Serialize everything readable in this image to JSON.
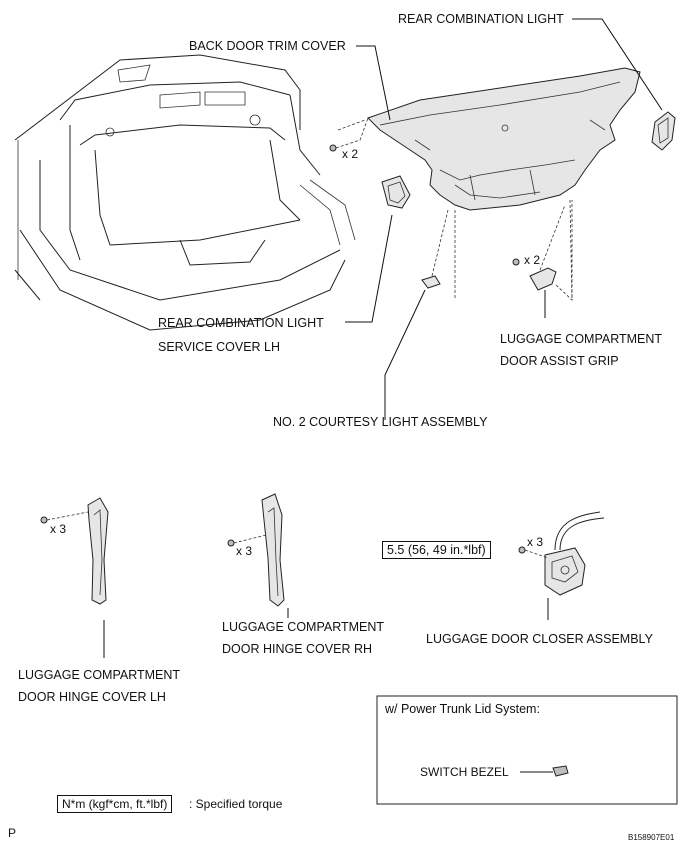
{
  "labels": {
    "rear_combination_light": "REAR COMBINATION LIGHT",
    "back_door_trim_cover": "BACK DOOR TRIM COVER",
    "rcl_service_cover_line1": "REAR COMBINATION LIGHT",
    "rcl_service_cover_line2": "SERVICE COVER LH",
    "assist_grip_line1": "LUGGAGE COMPARTMENT",
    "assist_grip_line2": "DOOR ASSIST GRIP",
    "courtesy_light": "NO. 2 COURTESY LIGHT ASSEMBLY",
    "hinge_rh_line1": "LUGGAGE COMPARTMENT",
    "hinge_rh_line2": "DOOR HINGE COVER RH",
    "hinge_lh_line1": "LUGGAGE COMPARTMENT",
    "hinge_lh_line2": "DOOR HINGE COVER LH",
    "closer_assembly": "LUGGAGE DOOR CLOSER ASSEMBLY",
    "torque_value": "5.5 (56, 49 in.*lbf)",
    "power_trunk_title": "w/ Power Trunk Lid System:",
    "switch_bezel": "SWITCH BEZEL",
    "legend_units": "N*m (kgf*cm, ft.*lbf)",
    "legend_text": ": Specified torque",
    "page_letter": "P",
    "figure_code": "B158907E01"
  },
  "quantities": {
    "trim_cover_clips": "x 2",
    "assist_grip_screws": "x 2",
    "hinge_lh_clips": "x 3",
    "hinge_rh_clips": "x 3",
    "closer_bolts": "x 3"
  }
}
